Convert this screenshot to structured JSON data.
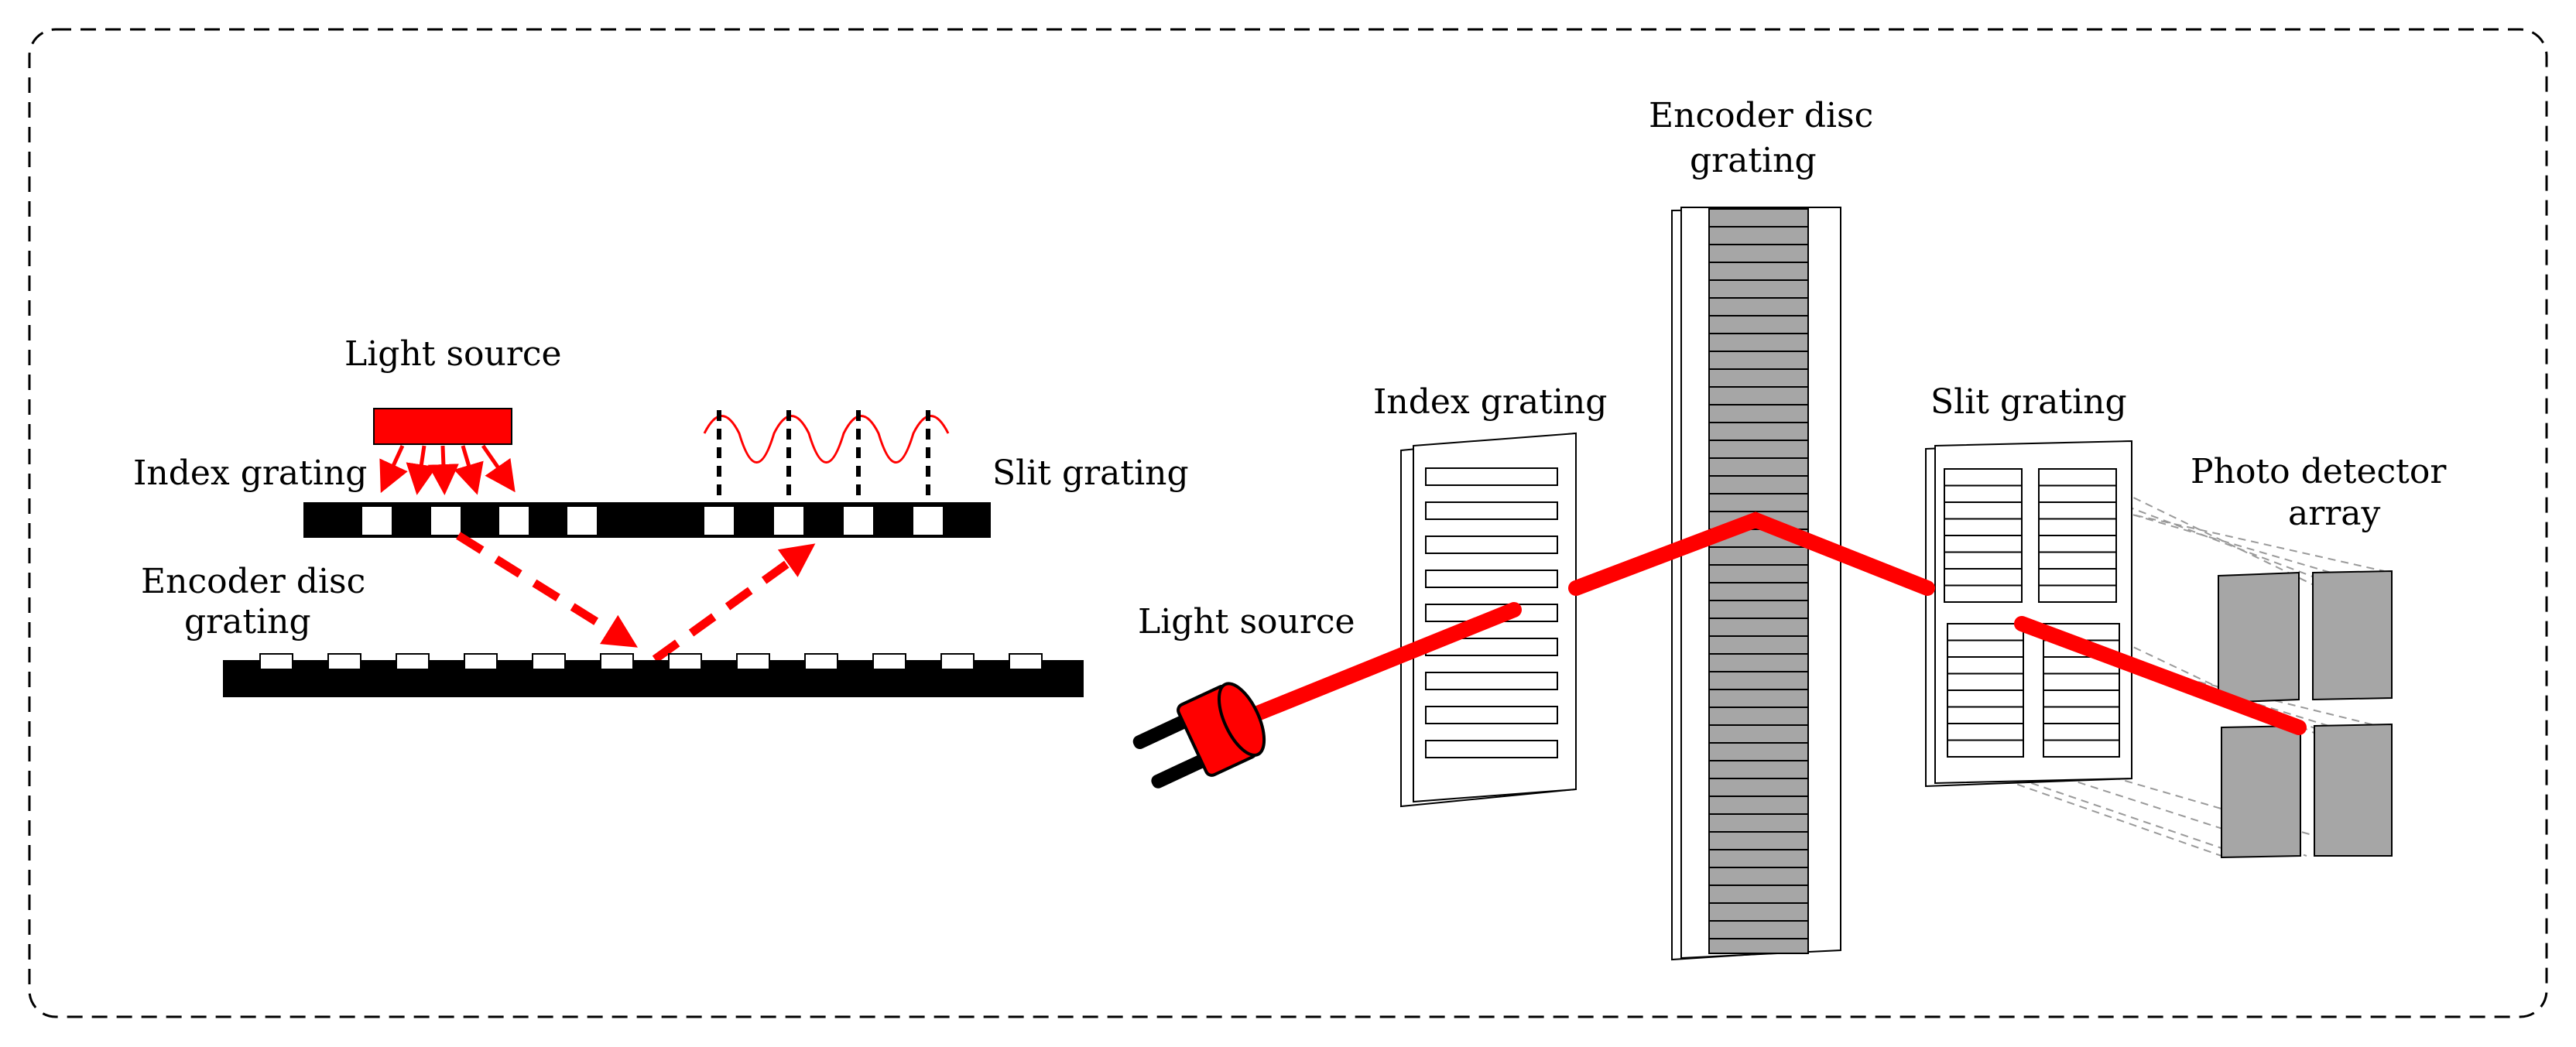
{
  "left_panel": {
    "light_source_label": "Light source",
    "index_grating_label": "Index grating",
    "slit_grating_label": "Slit grating",
    "encoder_disc_label_line1": "Encoder disc",
    "encoder_disc_label_line2": "grating"
  },
  "right_panel": {
    "light_source_label": "Light source",
    "index_grating_label": "Index grating",
    "encoder_disc_label_line1": "Encoder disc",
    "encoder_disc_label_line2": "grating",
    "slit_grating_label": "Slit grating",
    "photo_detector_label_line1": "Photo detector",
    "photo_detector_label_line2": "array"
  },
  "colors": {
    "light": "#ff0000",
    "grating_black": "#000000",
    "disc_gray": "#a6a6a6",
    "detector_gray": "#a6a6a6"
  }
}
